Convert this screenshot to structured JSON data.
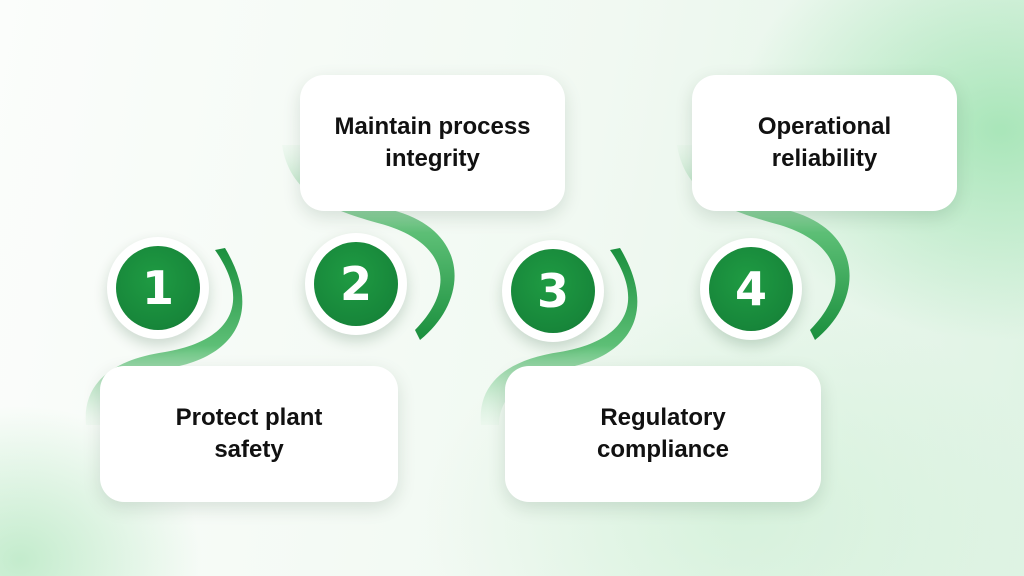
{
  "colors": {
    "accent": "#17863a",
    "ribbon_light": "#b6e6c3",
    "card": "#ffffff",
    "text": "#111111"
  },
  "steps": [
    {
      "number": "1",
      "label": "Protect plant\nsafety"
    },
    {
      "number": "2",
      "label": "Maintain process\nintegrity"
    },
    {
      "number": "3",
      "label": "Regulatory\ncompliance"
    },
    {
      "number": "4",
      "label": "Operational\nreliability"
    }
  ]
}
